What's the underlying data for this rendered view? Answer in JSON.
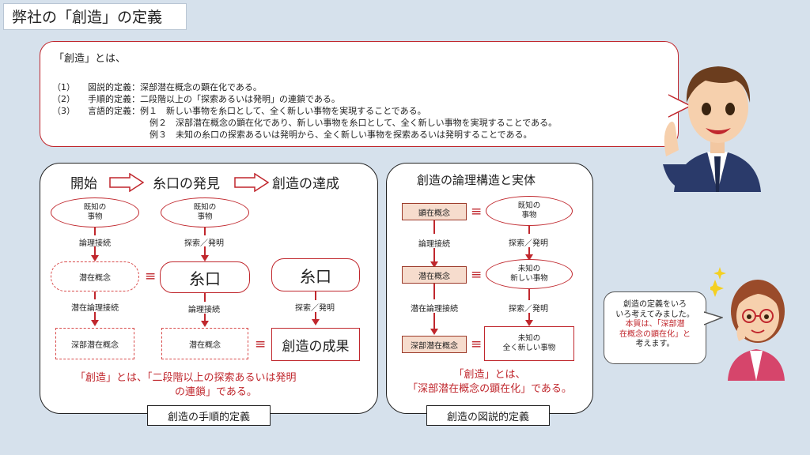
{
  "title": "弊社の「創造」の定義",
  "definition": {
    "intro": "「創造」とは、",
    "items": [
      {
        "num": "（1）",
        "text": "図説的定義：深部潜在概念の顕在化である。"
      },
      {
        "num": "（2）",
        "text": "手順的定義：二段階以上の「探索あるいは発明」の連鎖である。"
      },
      {
        "num": "（3）",
        "text": "言語的定義：例１　新しい事物を糸口として、全く新しい事物を実現することである。"
      }
    ],
    "examples": [
      "例２　深部潜在概念の顕在化であり、新しい事物を糸口として、全く新しい事物を実現することである。",
      "例３　未知の糸口の探索あるいは発明から、全く新しい事物を探索あるいは発明することである。"
    ]
  },
  "left": {
    "headers": [
      "開始",
      "糸口の発見",
      "創造の達成"
    ],
    "known": "既知の\n事物",
    "logic": "論理接続",
    "search": "探索／発明",
    "latent": "潜在概念",
    "latent_logic": "潜在論理接続",
    "deep": "深部潜在概念",
    "clue": "糸口",
    "result": "創造の成果",
    "conclusion": [
      "「創造」とは、「二段階以上の探索あるいは発明",
      "の連鎖」である。"
    ],
    "caption": "創造の手順的定義"
  },
  "middle": {
    "header": "創造の論理構造と実体",
    "manifest": "顕在概念",
    "latent": "潜在概念",
    "deep": "深部潜在概念",
    "logic": "論理接続",
    "latent_logic": "潜在論理接続",
    "search": "探索／発明",
    "known": "既知の\n事物",
    "unknown_new": "未知の\n新しい事物",
    "unknown_all": "未知の\n全く新しい事物",
    "conclusion": [
      "「創造」とは、",
      "「深部潜在概念の顕在化」である。"
    ],
    "caption": "創造の図説的定義"
  },
  "bubble": {
    "lines": [
      "創造の定義をいろ",
      "いろ考えてみました。"
    ],
    "red_lines": [
      "本質は、「深部潜",
      "在概念の顕在化」と"
    ],
    "last": "考えます。"
  },
  "colors": {
    "accent": "#c0272d",
    "background": "#d6e1ec",
    "pink_box": "#f6dccd"
  }
}
